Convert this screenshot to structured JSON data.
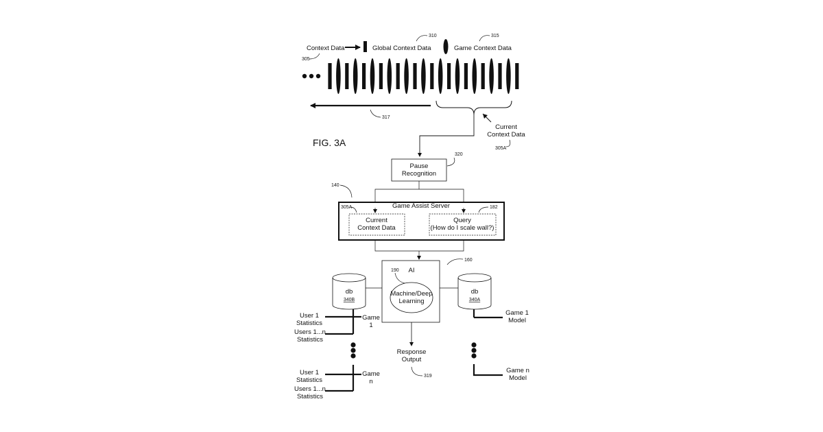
{
  "figure": {
    "title": "FIG. 3A"
  },
  "context_stream": {
    "context_data_label": "Context Data",
    "context_data_ref": "305",
    "global_context_label": "Global Context Data",
    "global_context_ref": "310",
    "game_context_label": "Game Context Data",
    "game_context_ref": "315",
    "arrow_ref": "317",
    "current_context_line1": "Current",
    "current_context_line2": "Context Data",
    "current_context_ref": "305A"
  },
  "pause": {
    "line1": "Pause",
    "line2": "Recognition",
    "ref": "320"
  },
  "server": {
    "title": "Game Assist Server",
    "ref": "140",
    "current_ref": "305A",
    "current_line1": "Current",
    "current_line2": "Context Data",
    "query_ref": "182",
    "query_line1": "Query",
    "query_line2": "(How do I scale wall?)"
  },
  "ai": {
    "title": "AI",
    "ref": "160",
    "ml_ref": "190",
    "ml_line1": "Machine/Deep",
    "ml_line2": "Learning"
  },
  "db_left": {
    "label": "db",
    "ref": "340B",
    "game1_line1": "Game",
    "game1_line2": "1",
    "gamen_line1": "Game",
    "gamen_line2": "n",
    "u1_line1": "User 1",
    "u1_line2": "Statistics",
    "un_line1": "Users 1...n",
    "un_line2": "Statistics",
    "u1b_line1": "User 1",
    "u1b_line2": "Statistics",
    "unb_line1": "Users 1...n",
    "unb_line2": "Statistics"
  },
  "db_right": {
    "label": "db",
    "ref": "340A",
    "m1_line1": "Game 1",
    "m1_line2": "Model",
    "mn_line1": "Game n",
    "mn_line2": "Model"
  },
  "response": {
    "line1": "Response",
    "line2": "Output",
    "ref": "319"
  }
}
